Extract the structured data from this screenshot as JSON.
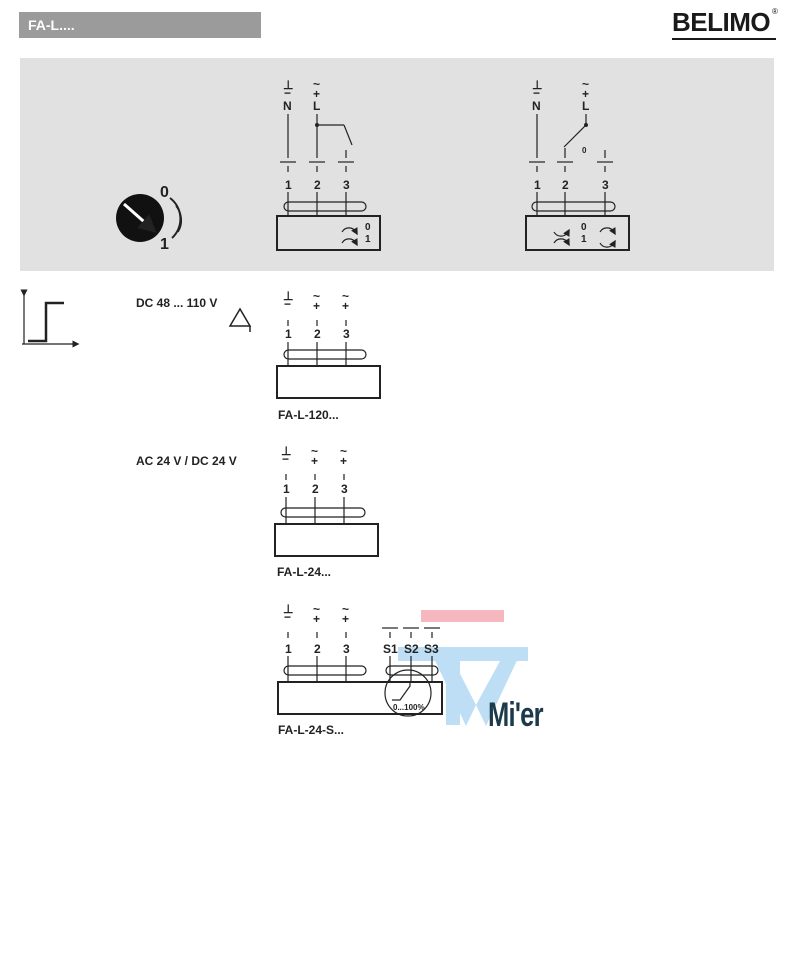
{
  "header": {
    "title": "FA-L....",
    "logo_text": "BELIMO",
    "logo_mark": "®"
  },
  "manual_switch": {
    "position_0": "0",
    "position_1": "1"
  },
  "terminal_symbols": {
    "ground": "⊥",
    "minus": "−",
    "tilde": "~",
    "plus": "+",
    "neutral": "N",
    "live": "L"
  },
  "terminals": [
    "1",
    "2",
    "3"
  ],
  "switch_states": {
    "zero": "0",
    "one": "1"
  },
  "sections": {
    "supply_dc48_110": "DC 48 ... 110 V",
    "supply_ac24_dc24": "AC 24 V / DC 24 V"
  },
  "models": {
    "fa_l_120": "FA-L-120...",
    "fa_l_24": "FA-L-24...",
    "fa_l_24_s": "FA-L-24-S..."
  },
  "aux_switch": {
    "terminals": [
      "S1",
      "S2",
      "S3"
    ],
    "range": "0...100%"
  },
  "watermark": {
    "text": "Mi'er"
  },
  "colors": {
    "header_bg": "#9b9b9b",
    "panel_bg": "#e1e1e1",
    "line": "#222222",
    "watermark_blue": "#a9d4f2",
    "watermark_red": "#f0a0a8"
  }
}
